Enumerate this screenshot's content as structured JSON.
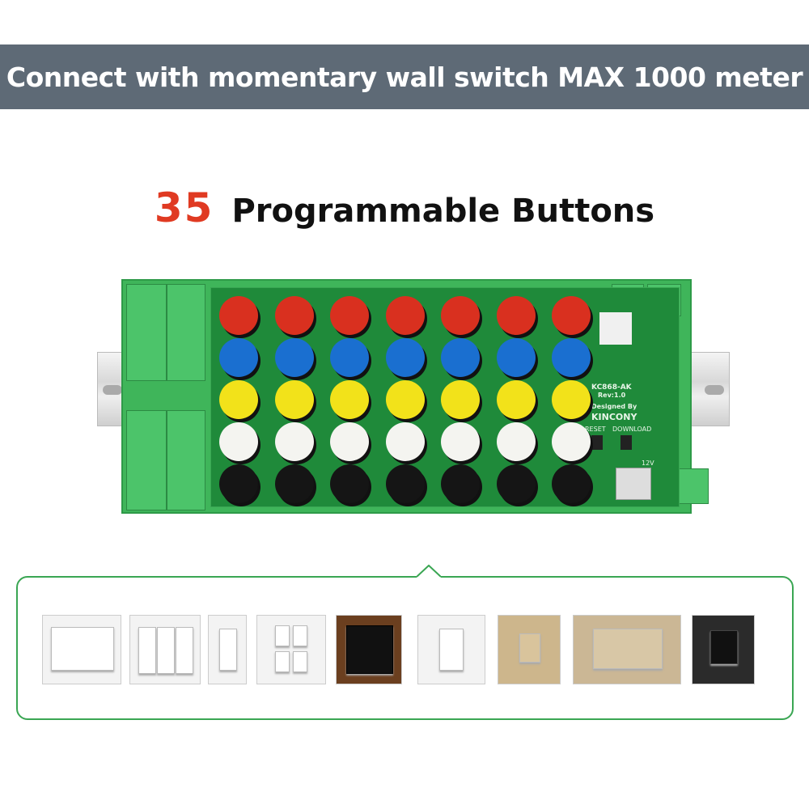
{
  "banner": {
    "text": "Connect with momentary wall switch MAX 1000 meter",
    "color": "#5e6a76"
  },
  "title": {
    "number": "35",
    "text": "Programmable Buttons",
    "number_color": "#e03a22"
  },
  "board": {
    "model": "KC868-AK",
    "revision": "Rev:1.0",
    "designed_by": "Designed By",
    "brand": "KINCONY",
    "reset_label": "RESET",
    "download_label": "DOWNLOAD",
    "power_label": "12V",
    "button_rows": [
      "#d9301f",
      "#1a6fd0",
      "#f2e21a",
      "#f4f4f0",
      "#151515"
    ],
    "buttons_per_row": 7
  },
  "switches": [
    "white-rocker",
    "white-triple-rocker",
    "white-slim-toggle",
    "white-quad-panel",
    "wood-triple-black",
    "white-single-toggle",
    "gold-single",
    "gold-triple",
    "black-glass-single"
  ]
}
